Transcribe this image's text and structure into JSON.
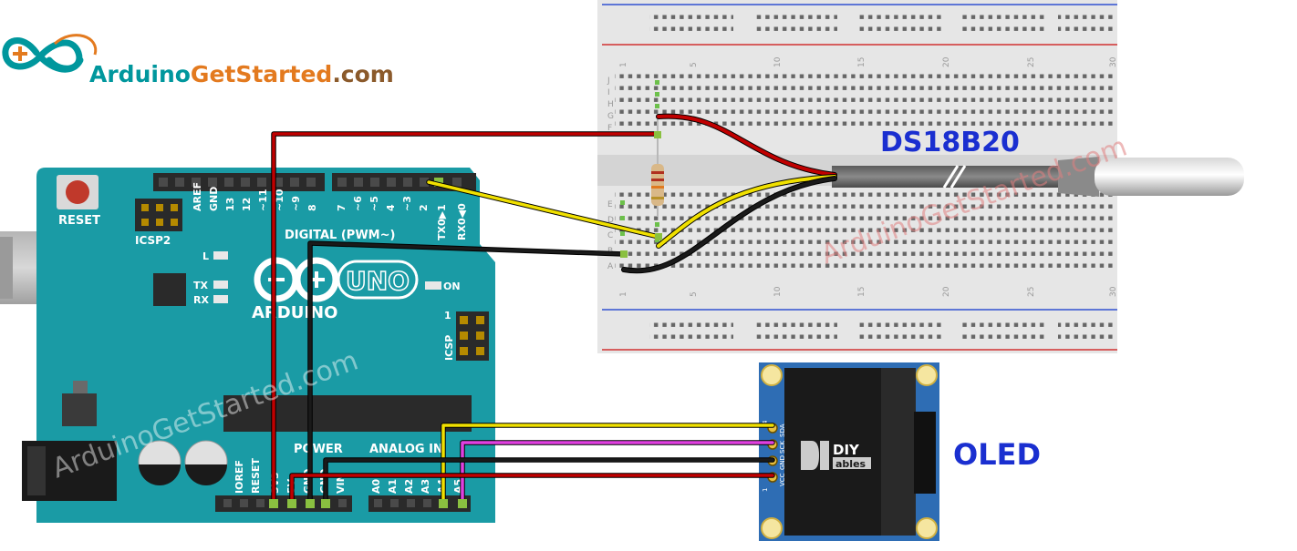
{
  "brand": {
    "name_arduino": "Arduino",
    "name_getstarted": "GetStarted",
    "name_suffix": ".com",
    "watermark": "ArduinoGetStarted.com",
    "colors": {
      "teal": "#00979D",
      "orange": "#E37A1F",
      "brown": "#8B5A2B"
    }
  },
  "labels": {
    "sensor": "DS18B20",
    "display": "OLED"
  },
  "arduino": {
    "reset": "RESET",
    "icsp2": "ICSP2",
    "icsp": "ICSP",
    "icsp_pin1": "1",
    "digital": "DIGITAL (PWM~)",
    "power": "POWER",
    "analog": "ANALOG IN",
    "uno": "UNO",
    "arduino": "ARDUINO",
    "on": "ON",
    "led_l": "L",
    "led_tx": "TX",
    "led_rx": "RX",
    "aref": "AREF",
    "gnd": "GND",
    "pins_high": [
      "13",
      "12",
      "~11",
      "~10",
      "~9",
      "8"
    ],
    "pins_low": [
      "7",
      "~6",
      "~5",
      "4",
      "~3",
      "2"
    ],
    "tx": "TX0▶1",
    "rx": "RX0◀0",
    "ioref": "IOREF",
    "reset_pin": "RESET",
    "v33": "3V3",
    "v5": "5V",
    "gnd1": "GND",
    "gnd2": "GND",
    "vin": "VIN",
    "analog_pins": [
      "A0",
      "A1",
      "A2",
      "A3",
      "A4",
      "A5"
    ],
    "colors": {
      "board": "#1A9BA5",
      "header": "#333333"
    }
  },
  "breadboard": {
    "col_numbers": [
      "1",
      "5",
      "10",
      "15",
      "20",
      "25",
      "30"
    ],
    "rows_top": [
      "J",
      "I",
      "H",
      "G",
      "F"
    ],
    "rows_bottom": [
      "E",
      "D",
      "C",
      "B",
      "A"
    ]
  },
  "oled": {
    "pins": [
      "VCC",
      "GND",
      "SCK",
      "SDA"
    ],
    "pin_numbers": [
      "1",
      "4"
    ],
    "logo_text": "DIY",
    "logo_sub": "ables"
  },
  "wires": {
    "colors": {
      "red": "#C00000",
      "black": "#1A1A1A",
      "yellow": "#F0E000",
      "magenta": "#E040E0",
      "green": "#6CC04A"
    }
  }
}
